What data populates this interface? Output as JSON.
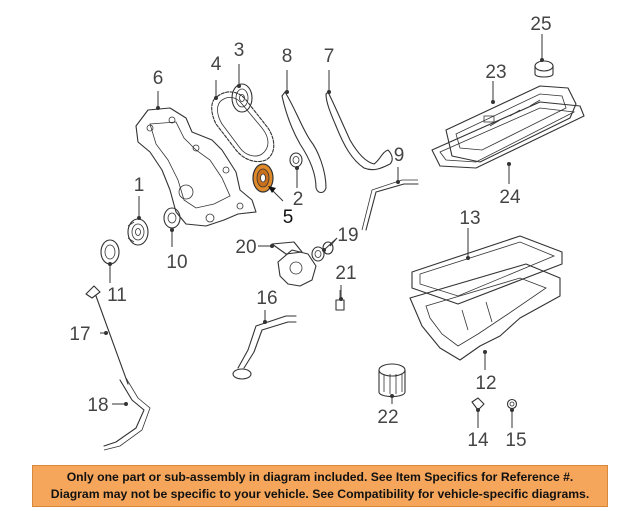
{
  "callouts": {
    "n1": "1",
    "n2": "2",
    "n3": "3",
    "n4": "4",
    "n5": "5",
    "n6": "6",
    "n7": "7",
    "n8": "8",
    "n9": "9",
    "n10": "10",
    "n11": "11",
    "n12": "12",
    "n13": "13",
    "n14": "14",
    "n15": "15",
    "n16": "16",
    "n17": "17",
    "n18": "18",
    "n19": "19",
    "n20": "20",
    "n21": "21",
    "n22": "22",
    "n23": "23",
    "n24": "24",
    "n25": "25"
  },
  "colors": {
    "highlight": "#e08a2a",
    "banner": "#f5a65b"
  },
  "banner": {
    "line1": "Only one part or sub-assembly in diagram included. See Item Specifics for Reference #.",
    "line2": "Diagram may not be specific to your vehicle. See Compatibility for vehicle-specific diagrams."
  }
}
